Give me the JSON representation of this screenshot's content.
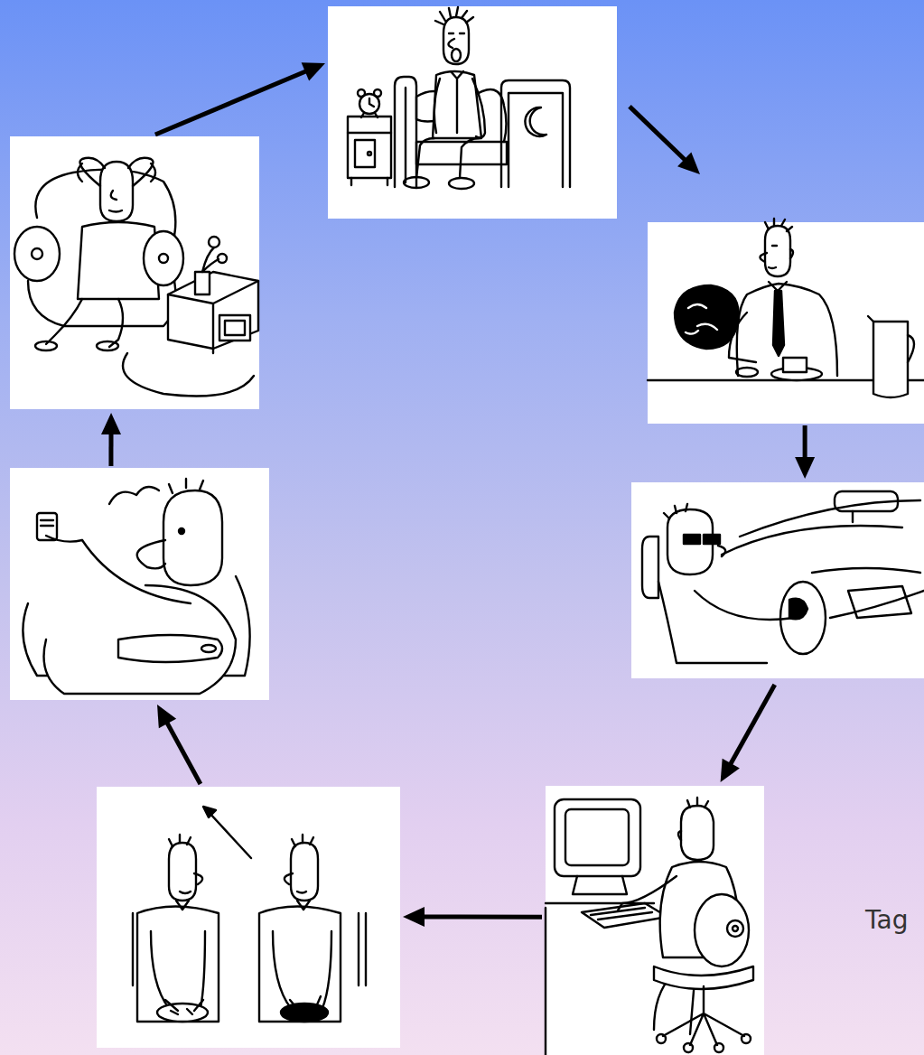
{
  "diagram": {
    "nodes": [
      {
        "text": []
      },
      {
        "text": []
      },
      {
        "text": []
      },
      {
        "text": []
      },
      {
        "text": []
      },
      {
        "text": []
      },
      {
        "text": []
      }
    ],
    "edges": [
      {
        "from": 0,
        "to": 1,
        "arrow": "to"
      },
      {
        "from": 1,
        "to": 2,
        "arrow": "to"
      },
      {
        "from": 2,
        "to": 3,
        "arrow": "to"
      },
      {
        "from": 3,
        "to": 4,
        "arrow": "to"
      },
      {
        "from": 4,
        "to": 5,
        "arrow": "to"
      },
      {
        "from": 5,
        "to": 6,
        "arrow": "to"
      },
      {
        "from": 6,
        "to": 0,
        "arrow": "to"
      }
    ],
    "labels": [
      "Tag"
    ]
  }
}
